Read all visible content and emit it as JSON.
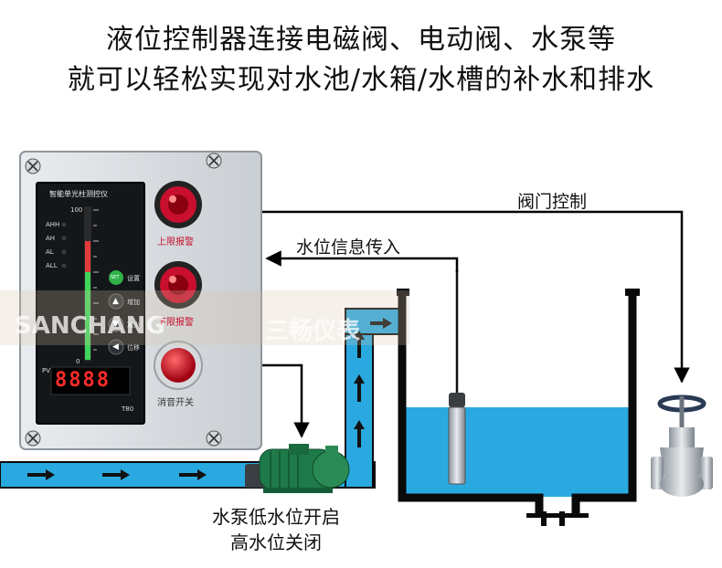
{
  "headline": {
    "line1": "液位控制器连接电磁阀、电动阀、水泵等",
    "line2": "就可以轻松实现对水池/水箱/水槽的补水和排水"
  },
  "labels": {
    "valve_control": "阀门控制",
    "level_signal_in": "水位信息传入",
    "pump_note_1": "水泵低水位开启",
    "pump_note_2": "高水位关闭"
  },
  "controller": {
    "panel_title": "智能单光柱测控仪",
    "alarm_labels": [
      "AHH",
      "AH",
      "AL",
      "ALL"
    ],
    "scale_top": "100",
    "scale_bottom": "0",
    "buttons": [
      {
        "icon": "SET",
        "label": "设置"
      },
      {
        "icon": "▲",
        "label": "增加"
      },
      {
        "icon": "▼",
        "label": "减少"
      },
      {
        "icon": "◀",
        "label": "位移"
      }
    ],
    "pv_label": "PV",
    "display_value": "8888",
    "model": "T80",
    "upper_alarm_label": "上限报警",
    "lower_alarm_label": "下限报警",
    "mute_label": "消音开关"
  },
  "watermark": {
    "latin": "SANCHANG",
    "chinese": "三畅仪表"
  },
  "colors": {
    "water": "#29a9e0",
    "pipe_border": "#0a0a0a",
    "alarm_red": "#c8102e",
    "pump_green": "#1f7a4a"
  }
}
